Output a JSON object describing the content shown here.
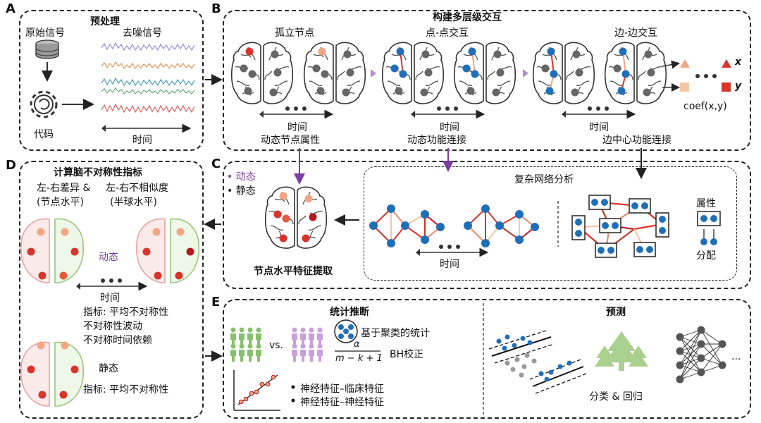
{
  "panels": {
    "A": {
      "letter": "A",
      "title": "预处理",
      "raw_signal": "原始信号",
      "denoised_signal": "去噪信号",
      "code": "代码",
      "time": "时间"
    },
    "B": {
      "letter": "B",
      "title": "构建多层级交互",
      "isolated_nodes": "孤立节点",
      "node_node": "点-点交互",
      "edge_edge": "边-边交互",
      "time1": "时间",
      "time2": "时间",
      "time3": "时间",
      "dyn_node_attr": "动态节点属性",
      "dyn_func_conn": "动态功能连接",
      "edge_centric_conn": "边中心功能连接",
      "x_label": "x",
      "y_label": "y",
      "coef_label": "coef(x,y)"
    },
    "C": {
      "letter": "C",
      "legend_dynamic": "动态",
      "legend_static": "静态",
      "node_feature_extraction": "节点水平特征提取",
      "complex_network": "复杂网络分析",
      "time": "时间",
      "attribute": "属性",
      "assignment": "分配"
    },
    "D": {
      "letter": "D",
      "title": "计算脑不对称性指标",
      "lr_diff": "左-右差异 &",
      "lr_dissim": "左-右不相似度",
      "node_level": "(节点水平)",
      "hemi_level": "(半球水平)",
      "dynamic": "动态",
      "time": "时间",
      "metric_dynamic_1": "指标: 平均不对称性",
      "metric_dynamic_2": "不对称性波动",
      "metric_dynamic_3": "不对称时间依赖",
      "static": "静态",
      "metric_static": "指标: 平均不对称性"
    },
    "E": {
      "letter": "E",
      "stat_title": "统计推断",
      "vs": "vs.",
      "cluster_stat": "基于聚类的统计",
      "formula_num": "α",
      "formula_den": "m − k + 1",
      "bh": "BH校正",
      "bullet1": "神经特征–临床特征",
      "bullet2": "神经特征–神经特征",
      "predict_title": "预测",
      "class_reg": "分类 & 回归",
      "ellipsis": "..."
    }
  },
  "colors": {
    "dynamic": "#7b3fa0",
    "red_node": "#d9342b",
    "orange_node": "#f4a582",
    "blue_node": "#1f6fb8",
    "gray_node": "#666666",
    "person_green": "#86c06a",
    "person_purple": "#c9a0dc"
  }
}
